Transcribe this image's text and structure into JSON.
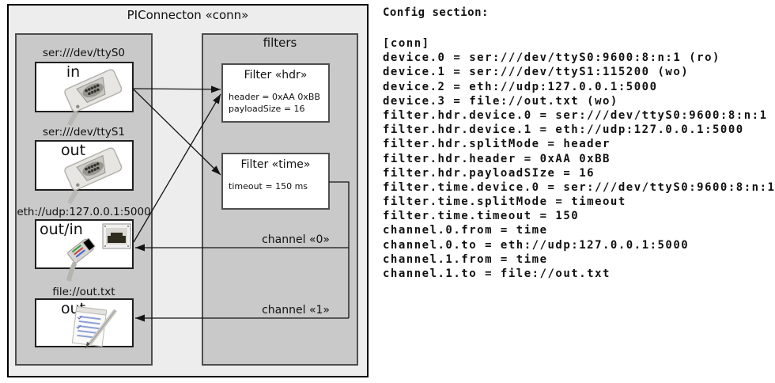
{
  "diagram": {
    "title": "PIConnecton «conn»",
    "devices_panel": {
      "devices": [
        {
          "label": "ser:///dev/ttyS0",
          "port": "in",
          "icon": "serial-connector-icon"
        },
        {
          "label": "ser:///dev/ttyS1",
          "port": "out",
          "icon": "serial-connector-icon"
        },
        {
          "label": "eth://udp:127.0.0.1:5000",
          "port": "out/in",
          "icon": "ethernet-connector-icon"
        },
        {
          "label": "file://out.txt",
          "port": "out",
          "icon": "notepad-icon"
        }
      ]
    },
    "filters_panel": {
      "title": "filters",
      "filters": [
        {
          "title": "Filter «hdr»",
          "attributes": [
            "header = 0xAA 0xBB",
            "payloadSize = 16"
          ]
        },
        {
          "title": "Filter «time»",
          "attributes": [
            "timeout = 150 ms"
          ]
        }
      ]
    },
    "channels": [
      {
        "label": "channel «0»"
      },
      {
        "label": "channel «1»"
      }
    ]
  },
  "config": {
    "heading": "Config section:",
    "lines": [
      "[conn]",
      "device.0 = ser:///dev/ttyS0:9600:8:n:1 (ro)",
      "device.1 = ser:///dev/ttyS1:115200 (wo)",
      "device.2 = eth://udp:127.0.0.1:5000",
      "device.3 = file://out.txt (wo)",
      "filter.hdr.device.0 = ser:///dev/ttyS0:9600:8:n:1",
      "filter.hdr.device.1 = eth://udp:127.0.0.1:5000",
      "filter.hdr.splitMode = header",
      "filter.hdr.header = 0xAA 0xBB",
      "filter.hdr.payloadSIze = 16",
      "filter.time.device.0 = ser:///dev/ttyS0:9600:8:n:1",
      "filter.time.splitMode = timeout",
      "filter.time.timeout = 150",
      "channel.0.from = time",
      "channel.0.to = eth://udp:127.0.0.1:5000",
      "channel.1.from = time",
      "channel.1.to = file://out.txt"
    ]
  },
  "colors": {
    "frame_bg": "#ededed",
    "panel_bg": "#c9c9c9",
    "panel_border": "#4d4d4d",
    "box_bg": "#ffffff",
    "wire": "#141414"
  }
}
